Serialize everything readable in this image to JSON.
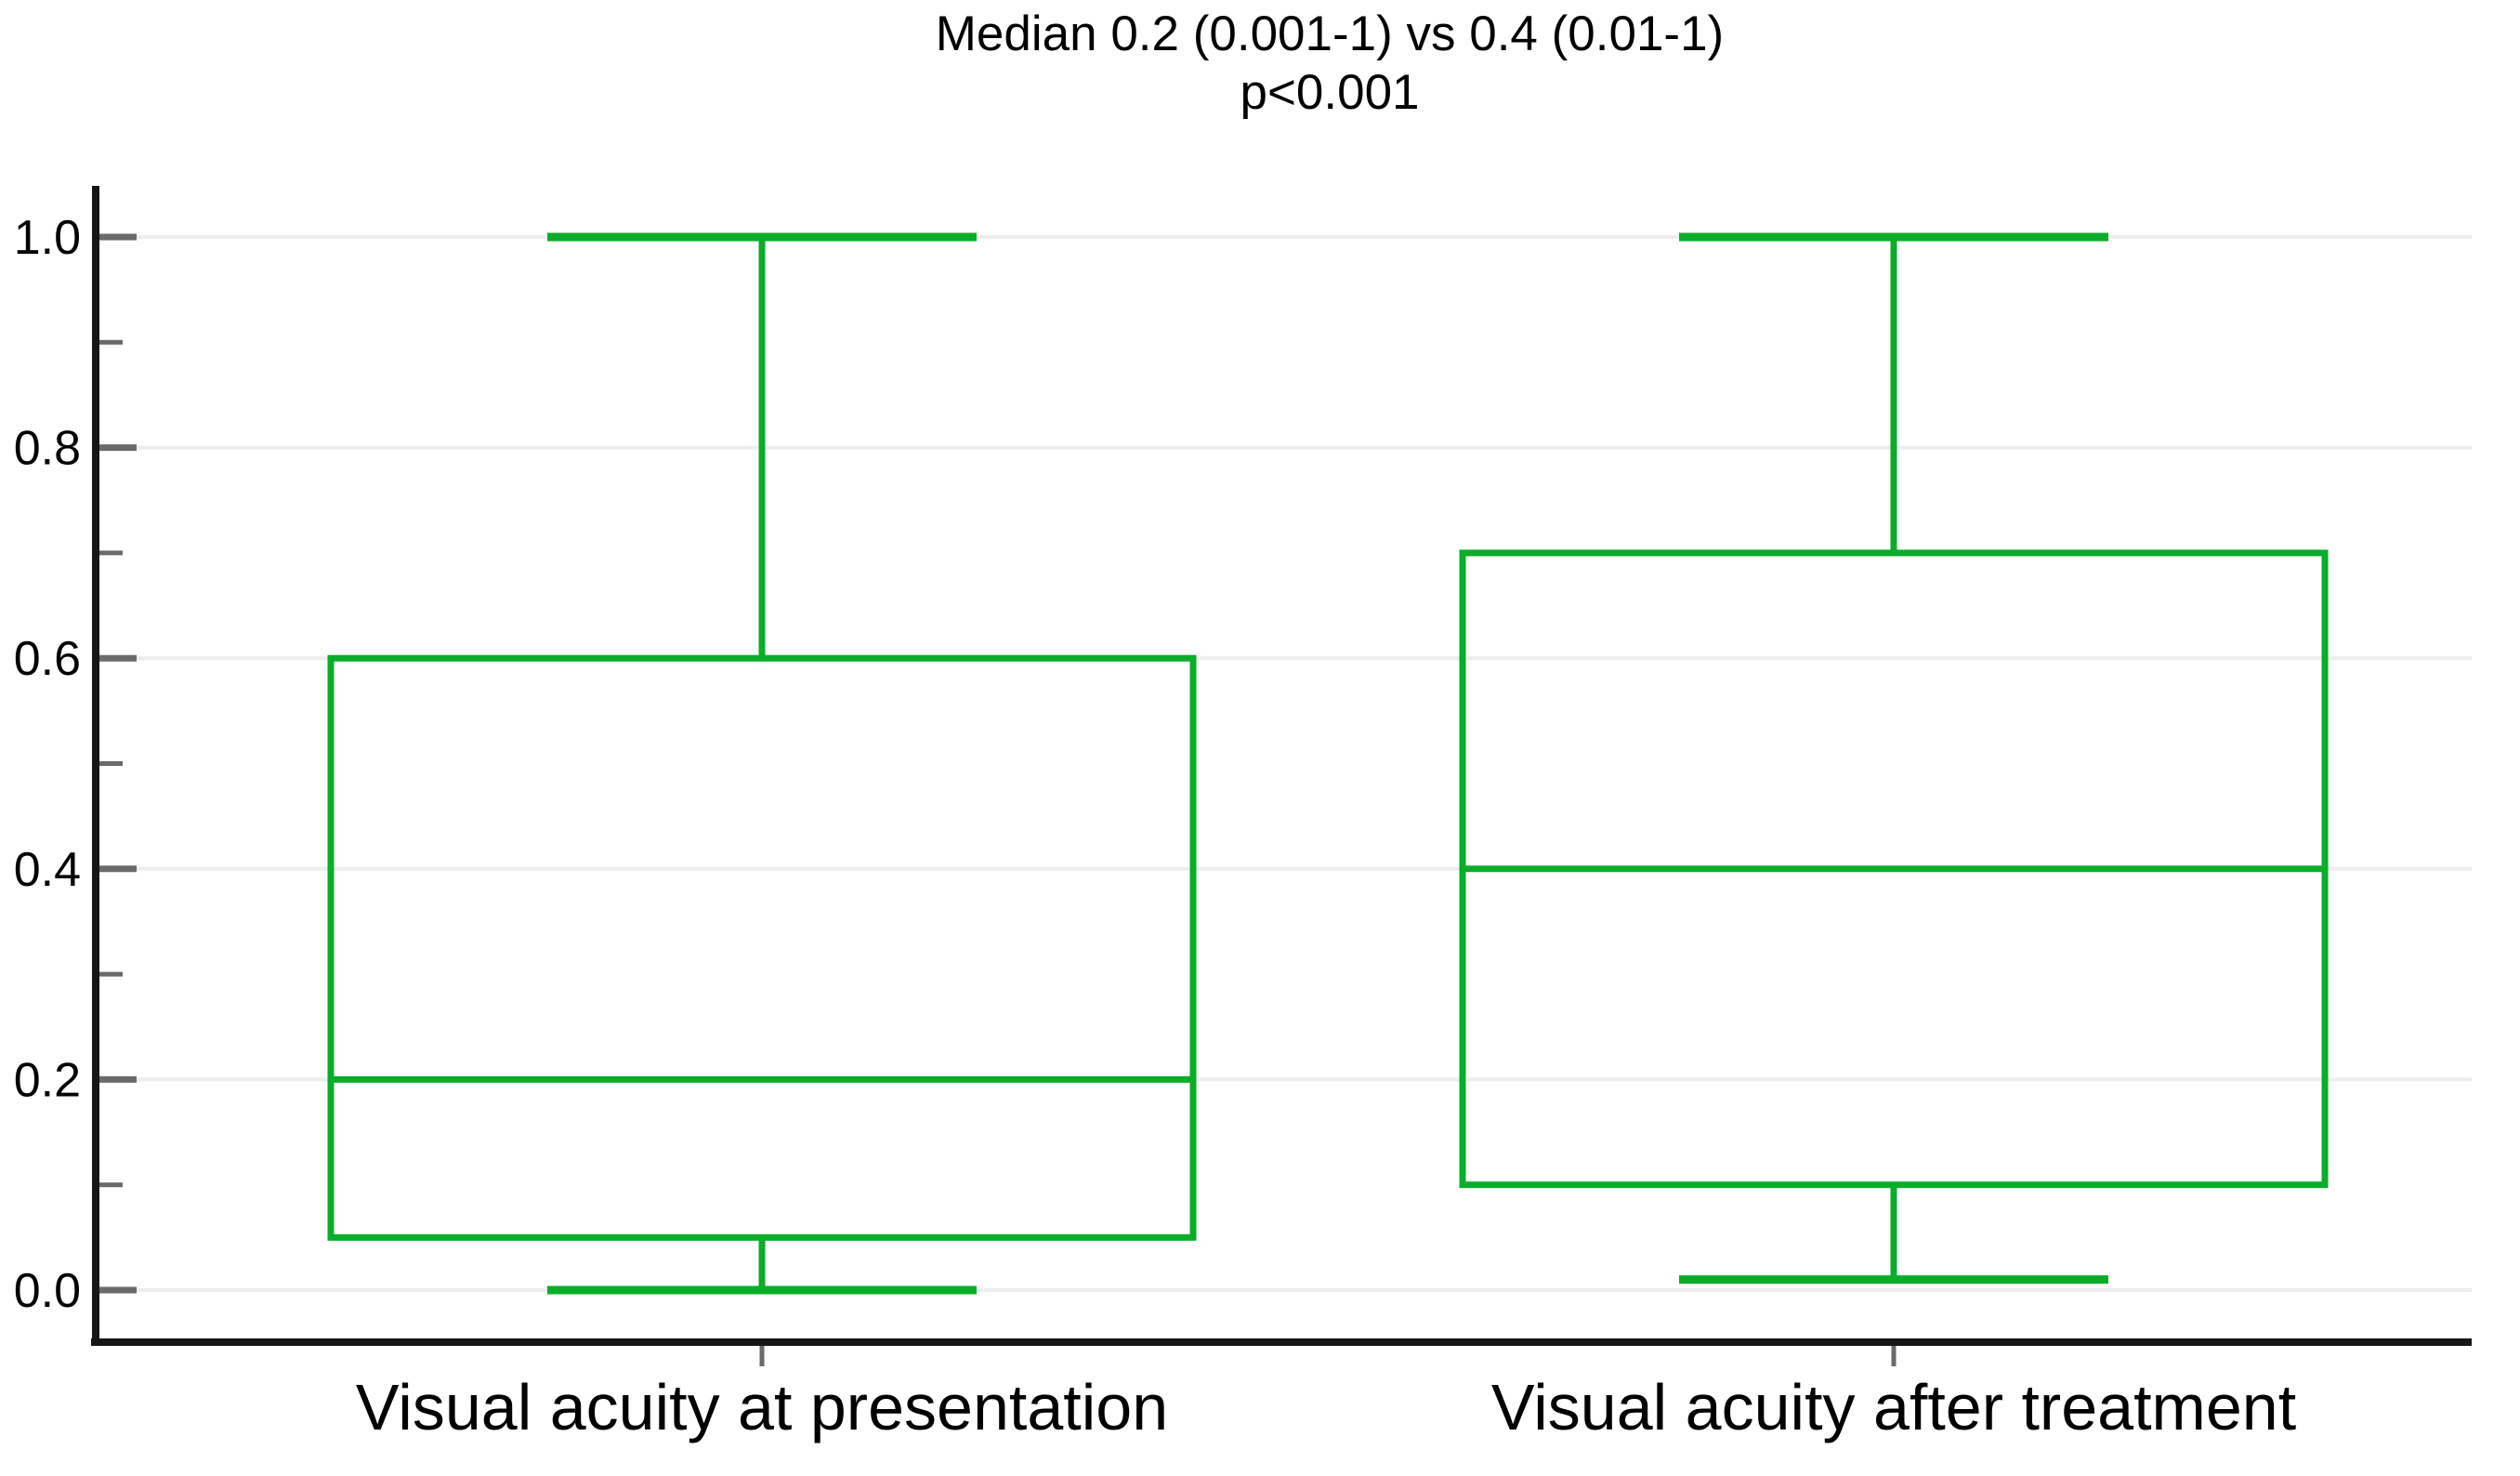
{
  "chart_data": {
    "type": "boxplot",
    "title": "Median 0.2 (0.001-1) vs 0.4 (0.01-1)",
    "subtitle": "p<0.001",
    "categories": [
      "Visual acuity at presentation",
      "Visual acuity after treatment"
    ],
    "series": [
      {
        "name": "Visual acuity at presentation",
        "min": 0.0,
        "q1": 0.05,
        "median": 0.2,
        "q3": 0.6,
        "max": 1.0
      },
      {
        "name": "Visual acuity after treatment",
        "min": 0.01,
        "q1": 0.1,
        "median": 0.4,
        "q3": 0.7,
        "max": 1.0
      }
    ],
    "ylim": [
      0.0,
      1.05
    ],
    "y_major_ticks": [
      1.0,
      0.8,
      0.6,
      0.4,
      0.2,
      0.0
    ],
    "y_tick_labels": [
      "1.0",
      "0.8",
      "0.6",
      "0.4",
      "0.2",
      "0.0"
    ],
    "y_minor_ticks": [
      0.9,
      0.7,
      0.5,
      0.3,
      0.1
    ],
    "grid": "horizontal-major",
    "legend_position": "none"
  },
  "colors": {
    "box_stroke": "#0aad29",
    "axis_line": "#161616",
    "tick_mark": "#6a6a6a",
    "gridline": "#ededed",
    "text": "#000000"
  }
}
